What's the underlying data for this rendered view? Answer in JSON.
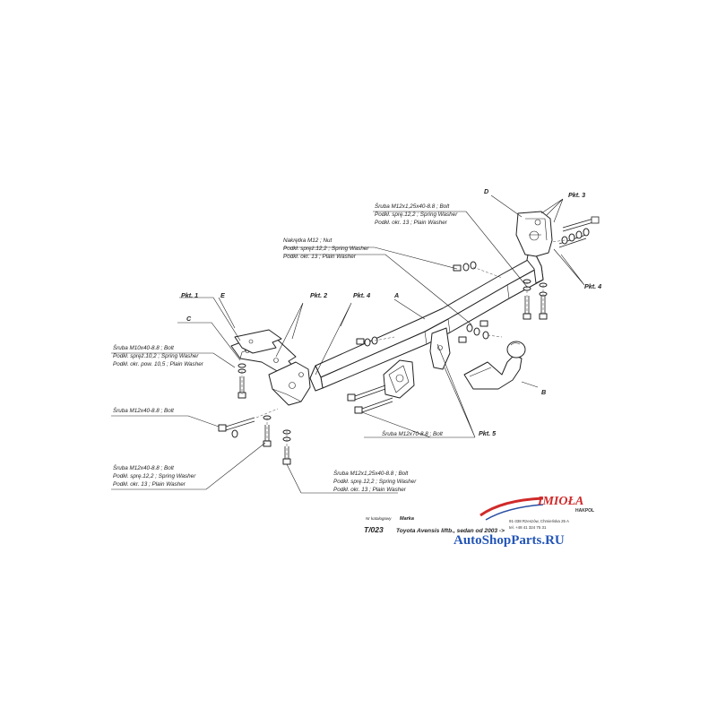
{
  "callouts": {
    "D": "D",
    "pkt3": "Pkt. 3",
    "pkt4_right": "Pkt. 4",
    "pkt1": "Pkt. 1",
    "E": "E",
    "pkt2": "Pkt. 2",
    "pkt4_left": "Pkt. 4",
    "A": "A",
    "C": "C",
    "B": "B",
    "pkt5": "Pkt. 5"
  },
  "notes": {
    "top_right": [
      "Śruba M12x1,25x40-8.8 ;  Bolt",
      "Podkł. sprę.12,2 ;  Spring Washer",
      "Podkł. okr. 13 ; Plain Washer"
    ],
    "nut": [
      "Nakrętka  M12 ; Nut",
      "Podkł. spręż.12,2 ; Spring Washer",
      "Podkł. okr. 13 ; Plain Washer"
    ],
    "left_m10": [
      "Śruba M10x40-8.8 ;  Bolt",
      "Podkł. spręż.10,2 ; Spring Washer",
      "Podkł. okr. pow. 10,5 ; Plain Washer"
    ],
    "left_m12": [
      "Śruba M12x40-8.8 ;  Bolt"
    ],
    "bottom_left": [
      "Śruba M12x40-8.8 ;  Bolt",
      "Podkł. sprę.12,2 ; Spring Washer",
      "Podkł. okr. 13 ; Plain Washer"
    ],
    "bottom_mid": [
      "Śruba M12x1,25x40-8.8 ;  Bolt",
      "Podkł. sprę.12,2 ; Spring Washer",
      "Podkł. okr. 13 ; Plain Washer"
    ],
    "m12x70": [
      "Śruba M12x70-8.8 ;   Bolt"
    ]
  },
  "title_block": {
    "code_caption": "Nr katalogowy",
    "code": "T/023",
    "make_caption": "Marka",
    "vehicle": "Toyota Avensis liftb., sedan  od 2003 ->"
  },
  "logo": {
    "brand": "IMIOŁA",
    "sub": "HAKPOL",
    "address1": "91-338 Rzeszów, Chmieńska 25 A",
    "address2": "tel. +48 41 324 75 31"
  },
  "watermark": "AutoShopParts.RU",
  "colors": {
    "logo_red": "#d02a2a",
    "logo_blue": "#2a4fa3",
    "watermark_blue": "#2456b8",
    "line": "#222222"
  }
}
